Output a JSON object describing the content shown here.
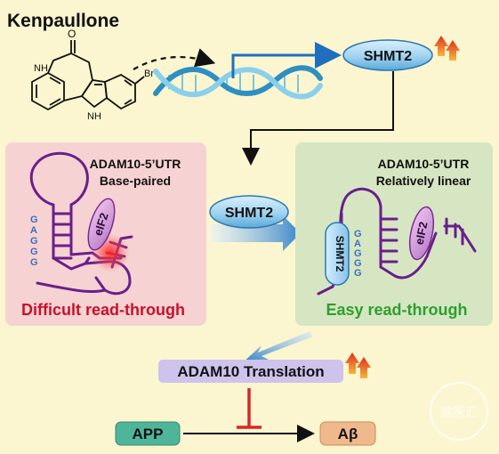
{
  "title": "Kenpaullone",
  "molecule": {
    "nh_top": "NH",
    "nh_bottom": "NH",
    "oxygen": "O",
    "bromine": "Br"
  },
  "shmt2_top": "SHMT2",
  "shmt2_middle": "SHMT2",
  "left_panel": {
    "header_line1": "ADAM10-5’UTR",
    "header_line2": "Base-paired",
    "eif_label": "eIF2",
    "seq_letters": [
      "G",
      "A",
      "G",
      "G",
      "G"
    ],
    "caption": "Difficult read-through"
  },
  "right_panel": {
    "header_line1": "ADAM10-5’UTR",
    "header_line2": "Relatively linear",
    "shmt2_label": "SHMT2",
    "eif_label": "eIF2",
    "seq_letters": [
      "G",
      "A",
      "G",
      "G",
      "G"
    ],
    "caption": "Easy read-through"
  },
  "translation_label": "ADAM10 Translation",
  "app_label": "APP",
  "abeta_label": "Aβ",
  "watermark": "脑医汇",
  "colors": {
    "background": "#fbf6cf",
    "left_panel": "#f6d3d2",
    "right_panel": "#d6e6c3",
    "rna": "#6a1e8c",
    "difficult_text": "#c8102e",
    "easy_text": "#2ca02c",
    "shmt2_pill": "#a6d6f2",
    "translation_box": "#cdc3ec",
    "app_box": "#4fb59a",
    "abeta_box": "#f0b98c",
    "inhibit": "#d8262b",
    "up_arrow": "#e8492a"
  }
}
